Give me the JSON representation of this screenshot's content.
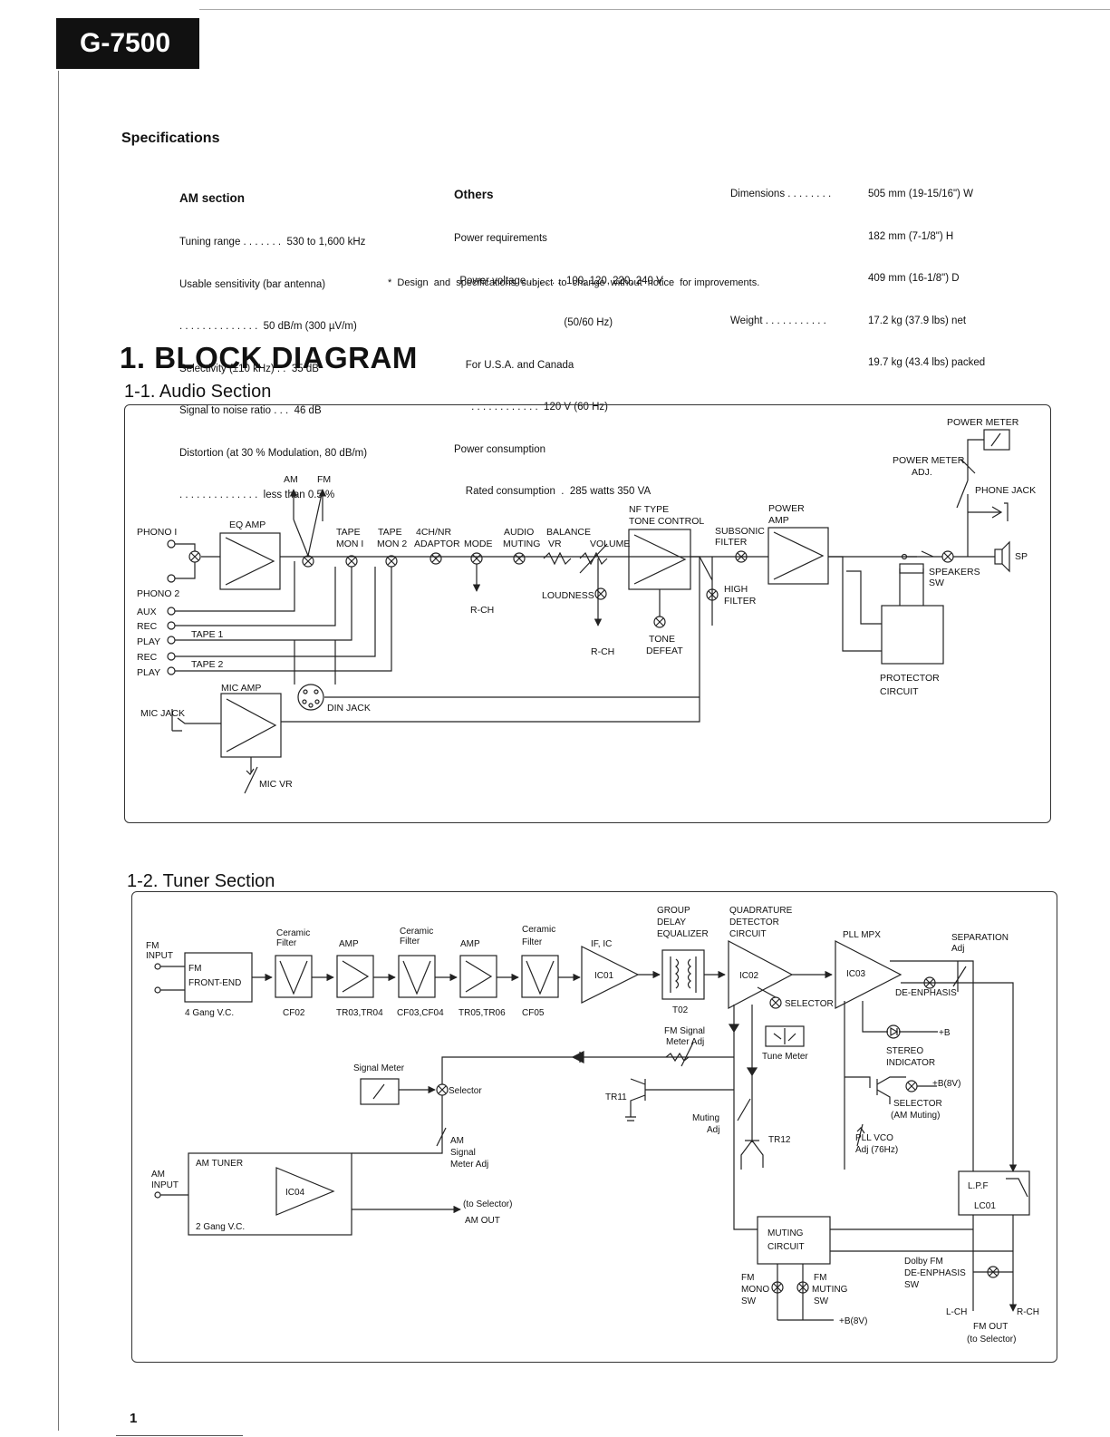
{
  "model": "G-7500",
  "page_number": "1",
  "specs": {
    "title": "Specifications",
    "am": {
      "head": "AM section",
      "lines": [
        "Tuning range . . . . . . .  530 to 1,600 kHz",
        "Usable sensitivity (bar antenna)",
        ". . . . . . . . . . . . . .  50 dB/m (300 µV/m)",
        "Selectivity (±10 kHz) . .  35 dB",
        "Signal to noise ratio . . .  46 dB",
        "Distortion (at 30 % Modulation, 80 dB/m)",
        ". . . . . . . . . . . . . .  less than 0.5 %"
      ]
    },
    "others": {
      "head": "Others",
      "lines": [
        "Power requirements",
        "  Power voltage . . . . . .  100, 120, 220, 240 V",
        "                                      (50/60 Hz)",
        "    For U.S.A. and Canada",
        "      . . . . . . . . . . . .  120 V (60 Hz)",
        "Power consumption",
        "    Rated consumption  .  285 watts 350 VA"
      ]
    },
    "dimensions": {
      "label_lines": [
        "Dimensions . . . . . . . .",
        "",
        "",
        "Weight . . . . . . . . . . ."
      ],
      "value_lines": [
        "505 mm (19-15/16\") W",
        "182 mm (7-1/8\") H",
        "409 mm (16-1/8\") D",
        "17.2 kg (37.9 lbs) net",
        "19.7 kg (43.4 lbs) packed"
      ]
    },
    "note": "*  Design  and  specifications  subject  to  change  without  notice  for improvements."
  },
  "headings": {
    "h1": "1. BLOCK DIAGRAM",
    "audio": "1-1.  Audio Section",
    "tuner": "1-2.  Tuner Section"
  },
  "audio": {
    "l_am": "AM",
    "l_fm": "FM",
    "l_phono1": "PHONO I",
    "l_phono2": "PHONO 2",
    "l_aux": "AUX",
    "l_rec1": "REC",
    "l_play1": "PLAY",
    "l_rec2": "REC",
    "l_play2": "PLAY",
    "l_tape1": "TAPE 1",
    "l_tape2": "TAPE 2",
    "l_eq": "EQ AMP",
    "l_tape_a": "TAPE",
    "l_mon1": "MON I",
    "l_tape_b": "TAPE",
    "l_mon2": "MON 2",
    "l_4ch": "4CH/NR",
    "l_adaptor": "ADAPTOR",
    "l_mode": "MODE",
    "l_audio": "AUDIO",
    "l_muting": "MUTING",
    "l_balance": "BALANCE",
    "l_vr": "VR",
    "l_volume": "VOLUME",
    "l_nf": "NF TYPE",
    "l_tone": "TONE CONTROL",
    "l_subsonic": "SUBSONIC",
    "l_filter": "FILTER",
    "l_power": "POWER",
    "l_amp": "AMP",
    "l_rch1": "R-CH",
    "l_rch2": "R-CH",
    "l_loudness": "LOUDNESS",
    "l_tone_d1": "TONE",
    "l_tone_d2": "DEFEAT",
    "l_high": "HIGH",
    "l_hfilter": "FILTER",
    "l_power_meter": "POWER METER",
    "l_pm_adj1": "POWER METER",
    "l_pm_adj2": "ADJ.",
    "l_phone_jack": "PHONE JACK",
    "l_sp": "SP",
    "l_speakers": "SPEAKERS",
    "l_sw": "SW",
    "l_protector": "PROTECTOR",
    "l_circuit": "CIRCUIT",
    "l_mic_amp": "MIC AMP",
    "l_mic_jack": "MIC JACK",
    "l_din": "DIN JACK",
    "l_mic_vr": "MIC VR"
  },
  "tuner": {
    "l_fm_input1": "FM",
    "l_fm_input2": "INPUT",
    "l_fe1": "FM",
    "l_fe2": "FRONT-END",
    "l_4gang": "4 Gang  V.C.",
    "l_cer1a": "Ceramic",
    "l_cer1b": "Filter",
    "l_cf02": "CF02",
    "l_amp1": "AMP",
    "l_tr34": "TR03,TR04",
    "l_cer2a": "Ceramic",
    "l_cer2b": "Filter",
    "l_cf34": "CF03,CF04",
    "l_amp2": "AMP",
    "l_tr56": "TR05,TR06",
    "l_cer3a": "Ceramic",
    "l_cer3b": "Filter",
    "l_cf05": "CF05",
    "l_ific": "IF, IC",
    "l_ic01": "IC01",
    "l_gd1": "GROUP",
    "l_gd2": "DELAY",
    "l_gd3": "EQUALIZER",
    "l_t02": "T02",
    "l_qd1": "QUADRATURE",
    "l_qd2": "DETECTOR",
    "l_qd3": "CIRCUIT",
    "l_ic02": "IC02",
    "l_pll": "PLL  MPX",
    "l_ic03": "IC03",
    "l_sep1": "SEPARATION",
    "l_sep2": "Adj",
    "l_deemph": "DE-ENPHASIS",
    "l_selector": "SELECTOR",
    "l_tune_meter": "Tune Meter",
    "l_fmsig1": "FM Signal",
    "l_fmsig2": "Meter Adj",
    "l_plusb": "+B",
    "l_stereo1": "STEREO",
    "l_stereo2": "INDICATOR",
    "l_plusb8": "+B(8V)",
    "l_sel2a": "SELECTOR",
    "l_sel2b": "(AM Muting)",
    "l_pllvco1": "PLL VCO",
    "l_pllvco2": "Adj (76Hz)",
    "l_sigmeter": "Signal Meter",
    "l_selector2": "Selector",
    "l_tr11": "TR11",
    "l_mute_adj1": "Muting",
    "l_mute_adj2": "Adj",
    "l_tr12": "TR12",
    "l_amsig1": "AM",
    "l_amsig2": "Signal",
    "l_amsig3": "Meter Adj",
    "l_am_input1": "AM",
    "l_am_input2": "INPUT",
    "l_am_tuner": "AM  TUNER",
    "l_2gang": "2 Gang  V.C.",
    "l_ic04": "IC04",
    "l_to_sel": "(to  Selector)",
    "l_am_out": "AM  OUT",
    "l_lpf1": "L.P.F",
    "l_lc01": "LC01",
    "l_mute_c1": "MUTING",
    "l_mute_c2": "CIRCUIT",
    "l_dolby1": "Dolby  FM",
    "l_dolby2": "DE-ENPHASIS",
    "l_dolby3": "SW",
    "l_fmmono1": "FM",
    "l_fmmono2": "MONO",
    "l_fmmono3": "SW",
    "l_fmmute1": "FM",
    "l_fmmute2": "MUTING",
    "l_fmmute3": "SW",
    "l_plusb8b": "+B(8V)",
    "l_lch": "L-CH",
    "l_rch": "R-CH",
    "l_fmout1": "FM OUT",
    "l_fmout2": "(to Selector)"
  }
}
